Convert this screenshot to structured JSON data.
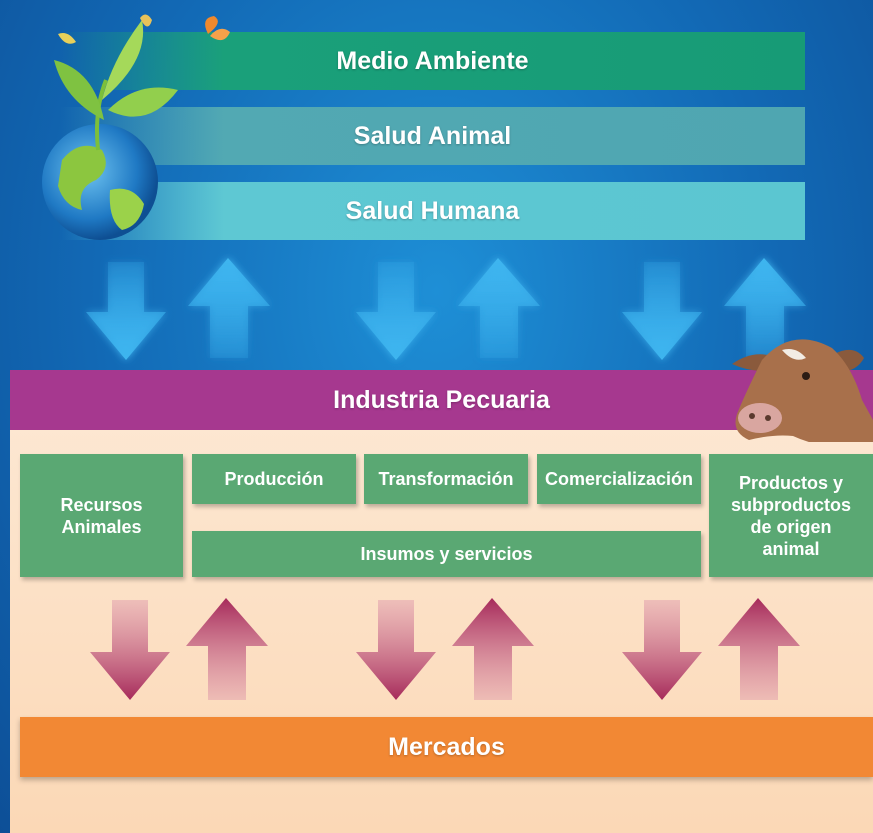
{
  "bands": {
    "medio_ambiente": "Medio Ambiente",
    "salud_animal": "Salud Animal",
    "salud_humana": "Salud Humana",
    "industria": "Industria Pecuaria",
    "mercados": "Mercados"
  },
  "boxes": {
    "recursos": "Recursos Animales",
    "produccion": "Producción",
    "transformacion": "Transformación",
    "comercializacion": "Comercialización",
    "productos": "Productos y subproductos de origen animal",
    "insumos": "Insumos y servicios"
  },
  "colors": {
    "background": "#1269b5",
    "medio_ambiente": "#179b76",
    "salud_animal": "#4fa6b1",
    "salud_humana": "#5bc6d1",
    "industria": "#a6388f",
    "boxes": "#5aa873",
    "mercados": "#f28834",
    "panel": "#fde2c7",
    "arrows_blue": "#35a9e8",
    "arrows_red": "#a62a5a"
  },
  "icons": [
    "globe-with-plant-icon",
    "butterfly-icon",
    "cow-head-icon"
  ]
}
